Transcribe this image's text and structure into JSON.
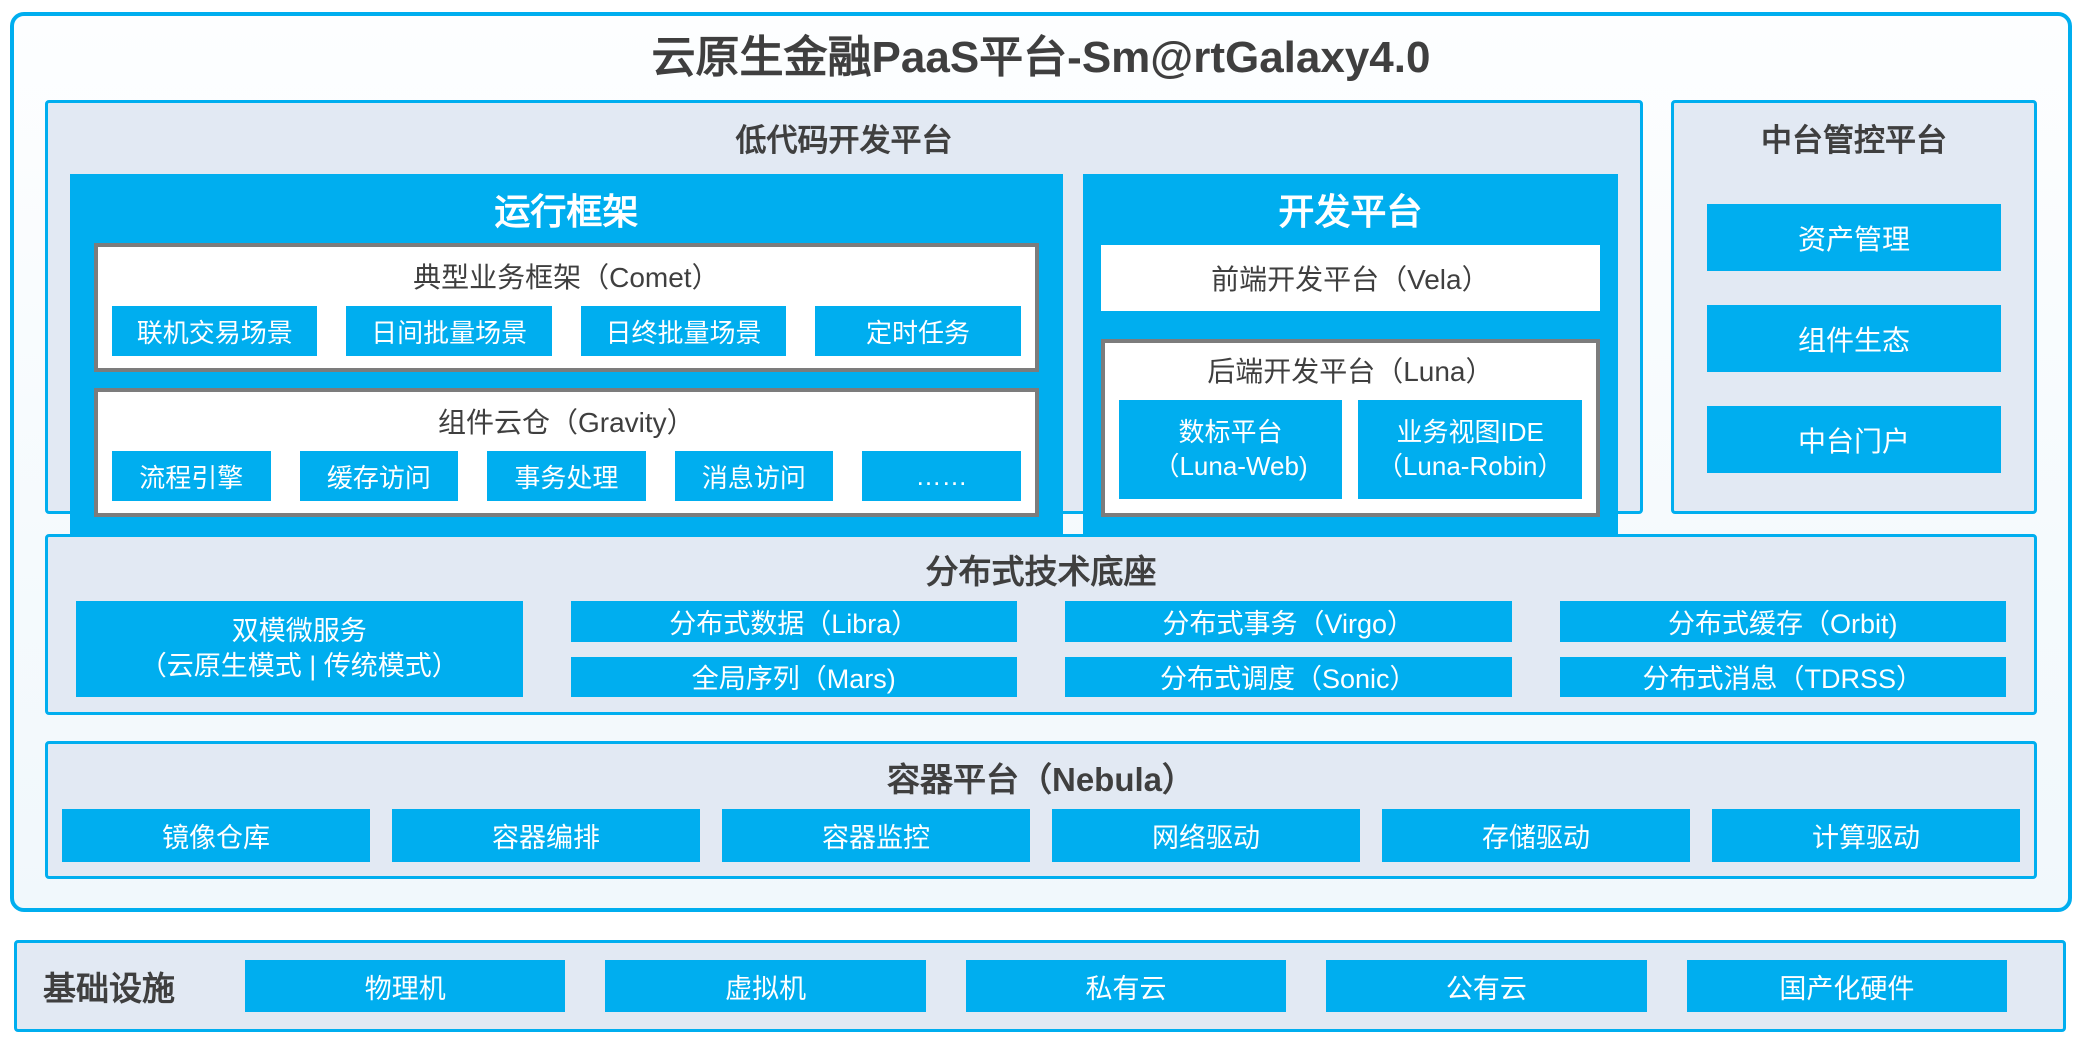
{
  "colors": {
    "accent_blue": "#00AEEF",
    "panel_light_bg": "#E2E9F3",
    "gray_box_border": "#7C7C7C",
    "dark_text": "#3F3F3F",
    "white_text": "#FFFFFF"
  },
  "title": "云原生金融PaaS平台-Sm@rtGalaxy4.0",
  "low_code": {
    "title": "低代码开发平台",
    "runtime": {
      "title": "运行框架",
      "comet": {
        "title": "典型业务框架（Comet）",
        "items": [
          "联机交易场景",
          "日间批量场景",
          "日终批量场景",
          "定时任务"
        ]
      },
      "gravity": {
        "title": "组件云仓（Gravity）",
        "items": [
          "流程引擎",
          "缓存访问",
          "事务处理",
          "消息访问",
          "……"
        ]
      }
    },
    "dev": {
      "title": "开发平台",
      "vela": "前端开发平台（Vela）",
      "luna": {
        "title": "后端开发平台（Luna）",
        "items": [
          {
            "line1": "数标平台",
            "line2": "（Luna-Web)"
          },
          {
            "line1": "业务视图IDE",
            "line2": "（Luna-Robin）"
          }
        ]
      }
    }
  },
  "middle_platform": {
    "title": "中台管控平台",
    "items": [
      "资产管理",
      "组件生态",
      "中台门户"
    ]
  },
  "distributed": {
    "title": "分布式技术底座",
    "dual_mode": {
      "line1": "双模微服务",
      "line2": "（云原生模式 | 传统模式）"
    },
    "grid": [
      [
        "分布式数据（Libra）",
        "全局序列（Mars)"
      ],
      [
        "分布式事务（Virgo）",
        "分布式调度（Sonic）"
      ],
      [
        "分布式缓存（Orbit)",
        "分布式消息（TDRSS）"
      ]
    ]
  },
  "container_platform": {
    "title": "容器平台（Nebula）",
    "items": [
      "镜像仓库",
      "容器编排",
      "容器监控",
      "网络驱动",
      "存储驱动",
      "计算驱动"
    ]
  },
  "infrastructure": {
    "title": "基础设施",
    "items": [
      "物理机",
      "虚拟机",
      "私有云",
      "公有云",
      "国产化硬件"
    ]
  }
}
